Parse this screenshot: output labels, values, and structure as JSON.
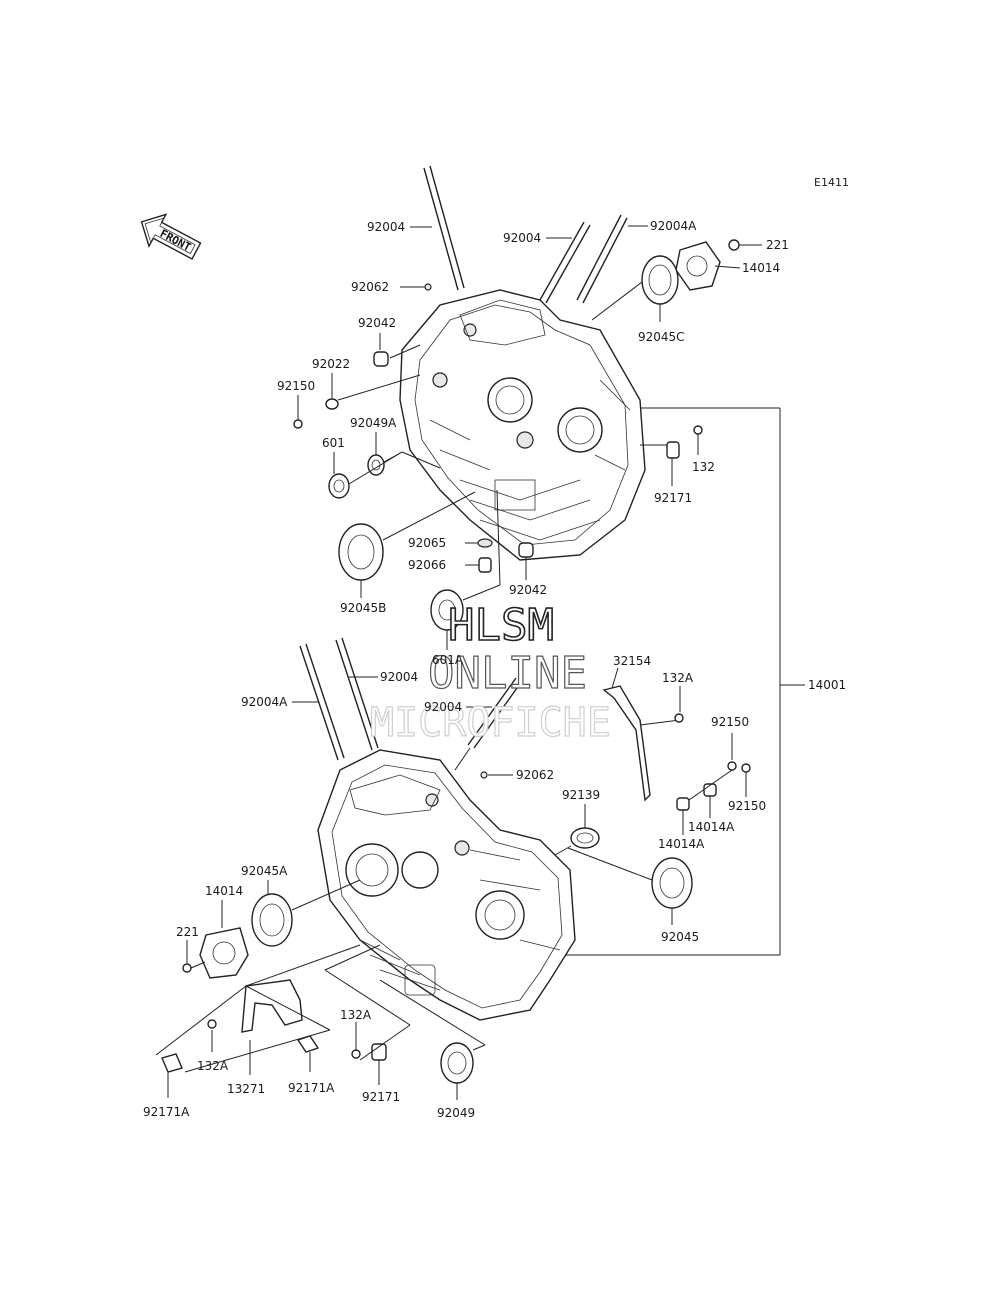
{
  "diagram_code": "E1411",
  "front_label": "FRONT",
  "watermark": {
    "line1": "HLSM",
    "line2": "ONLINE",
    "line3": "MICROFICHE"
  },
  "labels": {
    "l_92004_top": "92004",
    "l_92004_mid": "92004",
    "l_92004A_top": "92004A",
    "l_221_top": "221",
    "l_14014_top": "14014",
    "l_92062_top": "92062",
    "l_92042_top": "92042",
    "l_92045C": "92045C",
    "l_92022": "92022",
    "l_92150_left": "92150",
    "l_92049A": "92049A",
    "l_601": "601",
    "l_132": "132",
    "l_92171_top": "92171",
    "l_92065": "92065",
    "l_92066": "92066",
    "l_92042_bot": "92042",
    "l_92045B": "92045B",
    "l_601A": "601A",
    "l_32154": "32154",
    "l_14001": "14001",
    "l_92004_low": "92004",
    "l_92004A_low": "92004A",
    "l_92004_center": "92004",
    "l_132A_right": "132A",
    "l_92150_right1": "92150",
    "l_92062_low": "92062",
    "l_92139": "92139",
    "l_92150_right2": "92150",
    "l_14014A_1": "14014A",
    "l_14014A_2": "14014A",
    "l_92045A": "92045A",
    "l_14014_low": "14014",
    "l_92045": "92045",
    "l_221_low": "221",
    "l_132A_bot": "132A",
    "l_132A_mid": "132A",
    "l_13271": "13271",
    "l_92171A_mid": "92171A",
    "l_92171_bot": "92171",
    "l_92049": "92049",
    "l_92171A_left": "92171A"
  }
}
